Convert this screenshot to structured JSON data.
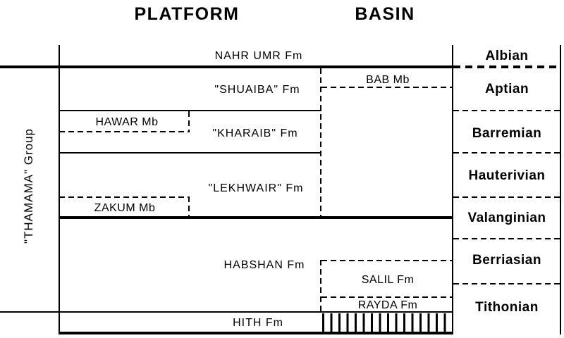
{
  "header": {
    "platform": "PLATFORM",
    "basin": "BASIN"
  },
  "group": {
    "label": "\"THAMAMA\" Group"
  },
  "stages": [
    "Albian",
    "Aptian",
    "Barremian",
    "Hauterivian",
    "Valanginian",
    "Berriasian",
    "Tithonian"
  ],
  "units": {
    "nahr_umr": "NAHR UMR Fm",
    "shuaiba": "\"SHUAIBA\" Fm",
    "bab": "BAB Mb",
    "kharaib": "\"KHARAIB\" Fm",
    "hawar": "HAWAR Mb",
    "lekhwair": "\"LEKHWAIR\" Fm",
    "zakum": "ZAKUM Mb",
    "habshan": "HABSHAN Fm",
    "salil": "SALIL Fm",
    "rayda": "RAYDA Fm",
    "hith": "HITH Fm"
  },
  "colors": {
    "ink": "#000000",
    "paper": "#ffffff"
  }
}
